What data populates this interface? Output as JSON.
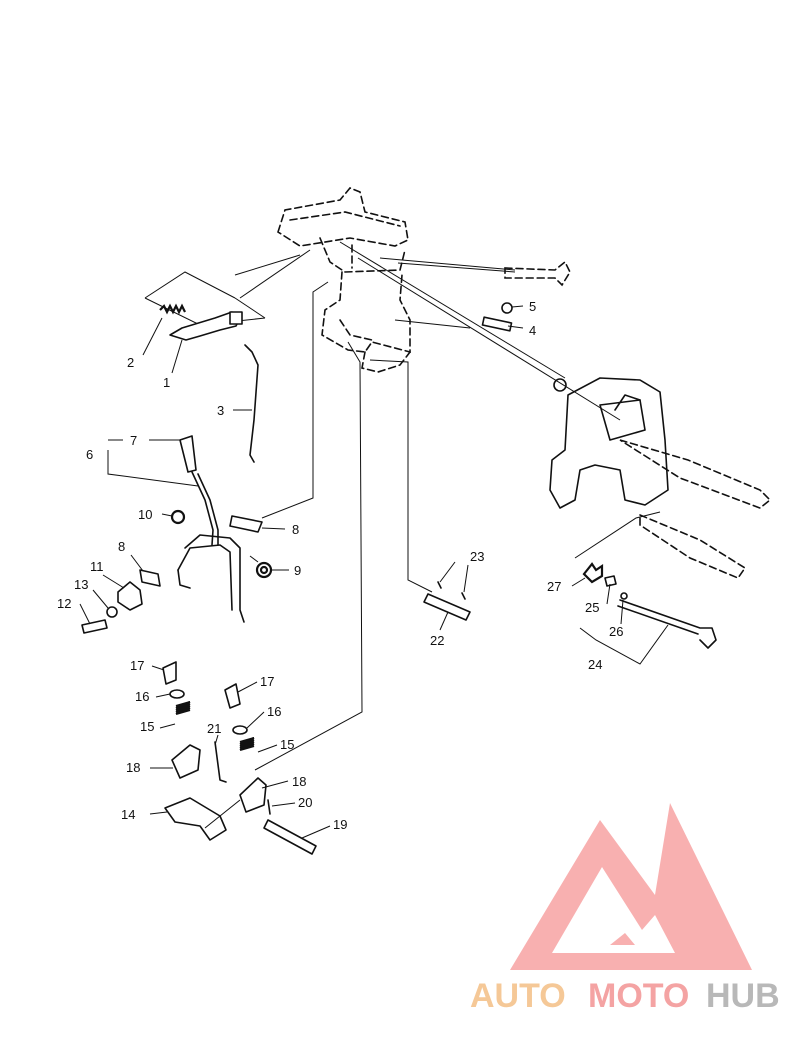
{
  "callouts": [
    {
      "id": "c1",
      "text": "1"
    },
    {
      "id": "c2",
      "text": "2"
    },
    {
      "id": "c3",
      "text": "3"
    },
    {
      "id": "c4",
      "text": "4"
    },
    {
      "id": "c5",
      "text": "5"
    },
    {
      "id": "c6",
      "text": "6"
    },
    {
      "id": "c7",
      "text": "7"
    },
    {
      "id": "c8a",
      "text": "8"
    },
    {
      "id": "c8b",
      "text": "8"
    },
    {
      "id": "c9",
      "text": "9"
    },
    {
      "id": "c10",
      "text": "10"
    },
    {
      "id": "c11",
      "text": "11"
    },
    {
      "id": "c12",
      "text": "12"
    },
    {
      "id": "c13",
      "text": "13"
    },
    {
      "id": "c14",
      "text": "14"
    },
    {
      "id": "c15a",
      "text": "15"
    },
    {
      "id": "c15b",
      "text": "15"
    },
    {
      "id": "c16a",
      "text": "16"
    },
    {
      "id": "c16b",
      "text": "16"
    },
    {
      "id": "c17a",
      "text": "17"
    },
    {
      "id": "c17b",
      "text": "17"
    },
    {
      "id": "c18a",
      "text": "18"
    },
    {
      "id": "c18b",
      "text": "18"
    },
    {
      "id": "c19",
      "text": "19"
    },
    {
      "id": "c20",
      "text": "20"
    },
    {
      "id": "c21",
      "text": "21"
    },
    {
      "id": "c22",
      "text": "22"
    },
    {
      "id": "c23",
      "text": "23"
    },
    {
      "id": "c24",
      "text": "24"
    },
    {
      "id": "c25",
      "text": "25"
    },
    {
      "id": "c26",
      "text": "26"
    },
    {
      "id": "c27",
      "text": "27"
    }
  ],
  "watermark": {
    "auto": "AUTO",
    "moto": "MOTO",
    "hub": "HUB",
    "colors": {
      "auto": "#f5c897",
      "moto": "#f4a3a3",
      "hub": "#b8b8b8",
      "triangle": "#f7a3a3"
    }
  }
}
